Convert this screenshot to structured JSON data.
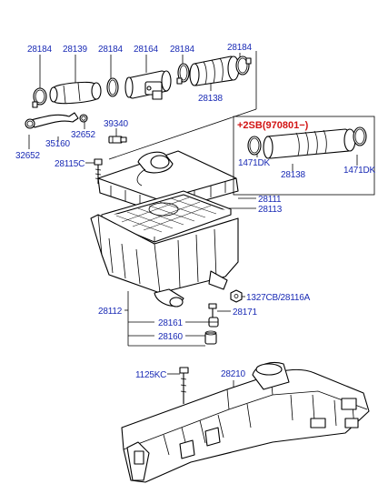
{
  "labels": {
    "p28184_a": "28184",
    "p28139": "28139",
    "p28184_b": "28184",
    "p28164": "28164",
    "p28184_c": "28184",
    "p28184_d": "28184",
    "p28138_a": "28138",
    "p39340": "39340",
    "p32652_a": "32652",
    "p35160": "35160",
    "p32652_b": "32652",
    "p28115c": "28115C",
    "p28111": "28111",
    "p28113": "28113",
    "p1327cb": "1327CB/28116A",
    "p28112": "28112",
    "p28171": "28171",
    "p28161": "28161",
    "p28160": "28160",
    "p1125kc": "1125KC",
    "p28210": "28210",
    "p1471dk_a": "1471DK",
    "p28138_b": "28138",
    "p1471dk_b": "1471DK"
  },
  "variant_box": {
    "title": "+2SB(970801−)"
  },
  "colors": {
    "label": "#1a2bb5",
    "variant_title": "#d21414",
    "line": "#000000"
  }
}
